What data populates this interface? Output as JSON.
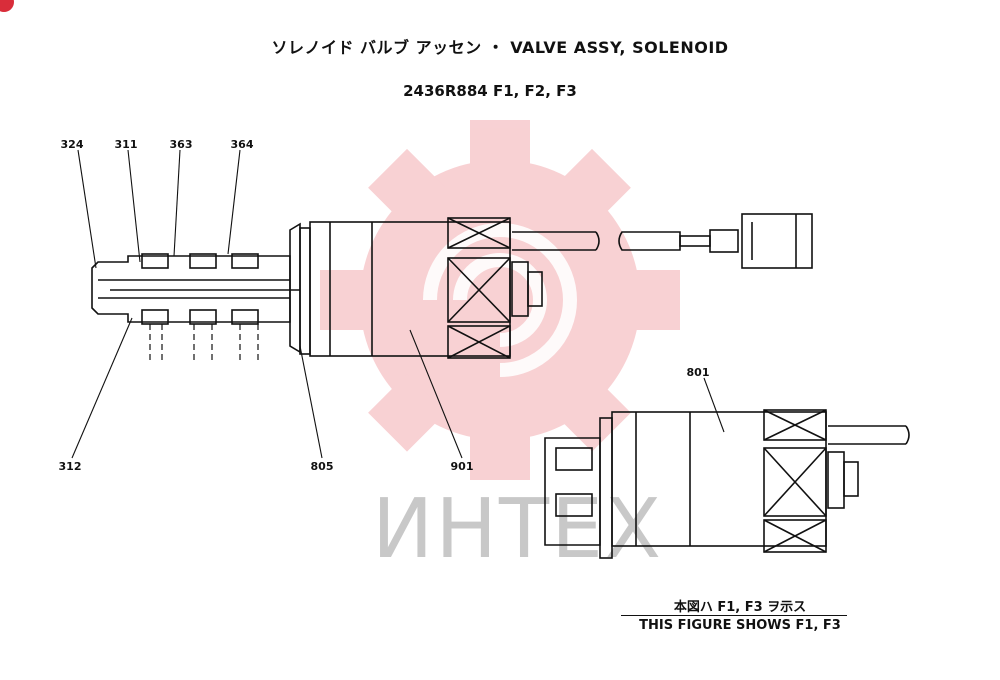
{
  "title": "ソレノイド バルブ アッセン  ・  VALVE ASSY, SOLENOID",
  "subtitle": "2436R884 F1, F2, F3",
  "watermark": "ИНТЕХ",
  "labels": {
    "p324": "324",
    "p311": "311",
    "p363": "363",
    "p364": "364",
    "p312": "312",
    "p805": "805",
    "p901": "901",
    "p801": "801"
  },
  "note": {
    "line1": "本図ハ F1, F3 ヲ示ス",
    "line2": "THIS  FIGURE SHOWS  F1, F3"
  },
  "colors": {
    "watermark_gear": "#f7c9cc",
    "watermark_text": "#c8c8c8",
    "ink": "#111111"
  }
}
